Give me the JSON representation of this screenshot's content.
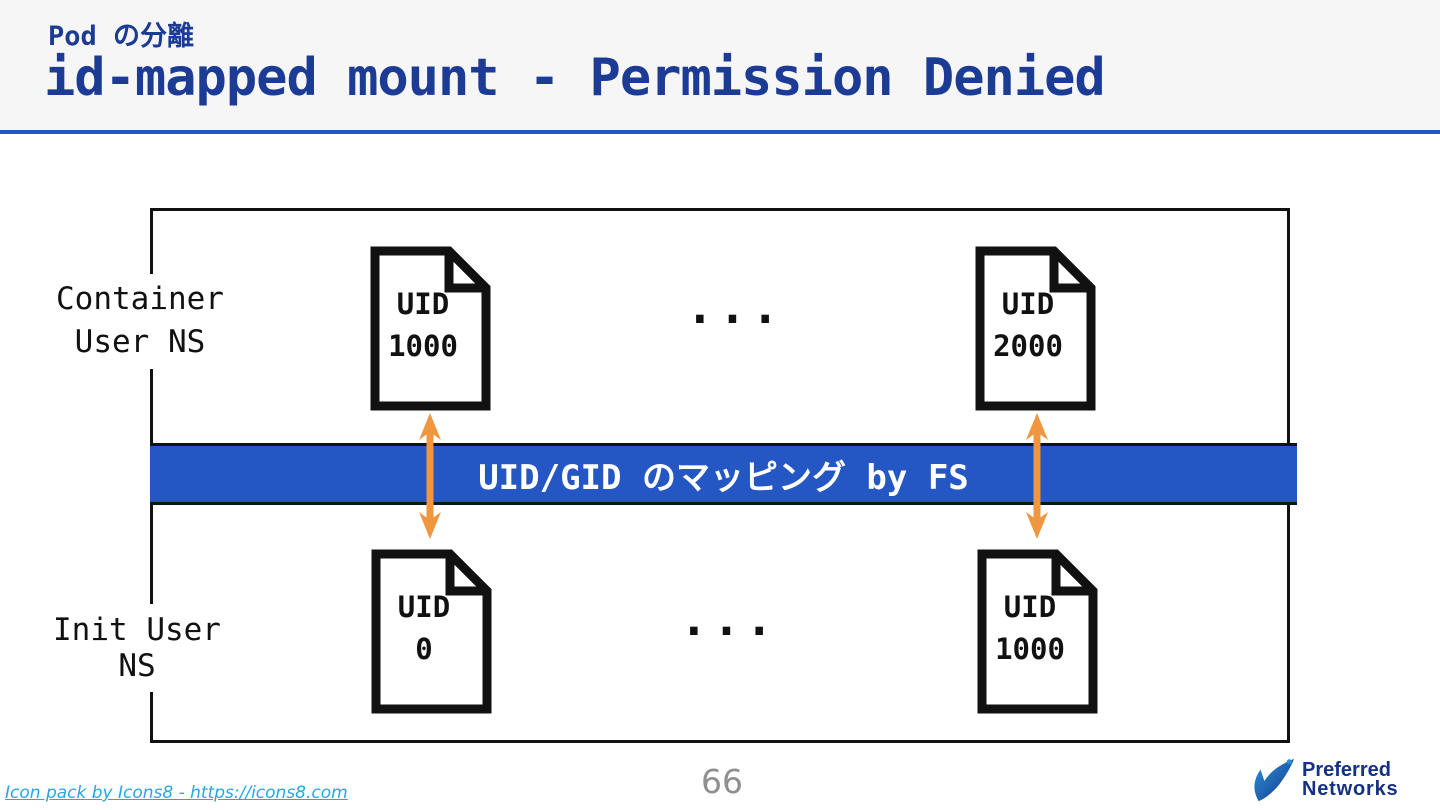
{
  "header": {
    "kicker": "Pod の分離",
    "title": "id-mapped mount - Permission Denied"
  },
  "diagram": {
    "container_ns_label_line1": "Container",
    "container_ns_label_line2": "User NS",
    "init_ns_label": "Init User NS",
    "mapping_band_label": "UID/GID のマッピング by FS",
    "ellipsis": "...",
    "files": [
      {
        "row": "container-user-ns",
        "line1": "UID",
        "line2": "1000"
      },
      {
        "row": "container-user-ns",
        "line1": "UID",
        "line2": "2000"
      },
      {
        "row": "init-user-ns",
        "line1": "UID",
        "line2": "0"
      },
      {
        "row": "init-user-ns",
        "line1": "UID",
        "line2": "1000"
      }
    ]
  },
  "footer": {
    "credit_link": "Icon pack by Icons8 - https://icons8.com",
    "page_number": "66",
    "logo_line1": "Preferred",
    "logo_line2": "Networks"
  },
  "colors": {
    "accent_blue": "#2456c4",
    "title_navy": "#1c3b94",
    "arrow_orange": "#f0963f",
    "link_blue": "#29a6de",
    "logo_navy": "#143183",
    "header_bg": "#f6f6f7",
    "outline_black": "#111111"
  }
}
